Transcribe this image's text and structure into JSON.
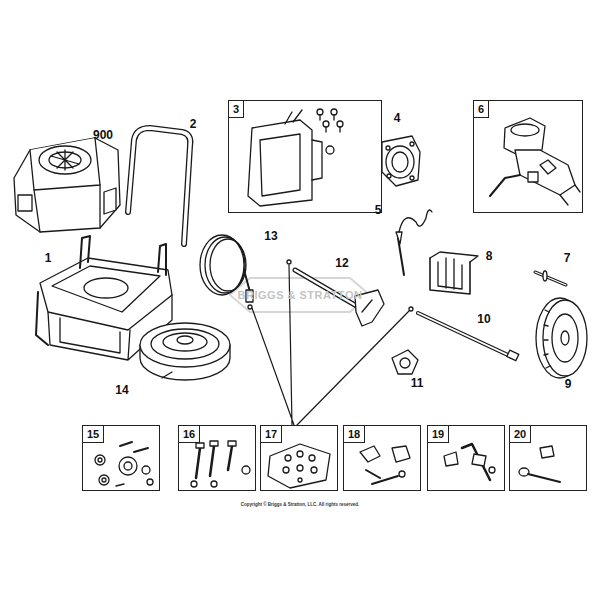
{
  "diagram": {
    "nodes": [
      {
        "text": [
          "3"
        ]
      },
      {
        "text": [
          "6"
        ]
      },
      {
        "text": [
          "15"
        ]
      },
      {
        "text": [
          "16"
        ]
      },
      {
        "text": [
          "17"
        ]
      },
      {
        "text": [
          "18"
        ]
      },
      {
        "text": [
          "19"
        ]
      },
      {
        "text": [
          "20"
        ]
      }
    ],
    "labels": [
      "900",
      "2",
      "4",
      "1",
      "5",
      "8",
      "7",
      "13",
      "12",
      "10",
      "11",
      "9",
      "14",
      "BRIGGS & STRATTON",
      "Copyright © Briggs & Stratton, LLC. All rights reserved."
    ]
  }
}
